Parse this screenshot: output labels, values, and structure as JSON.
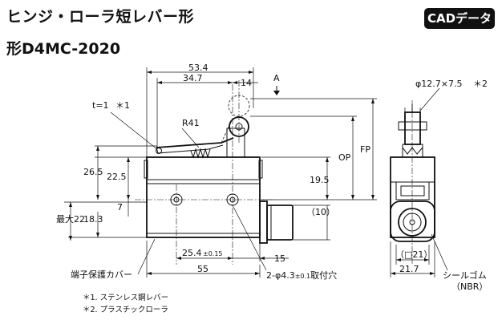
{
  "title_jp": "ヒンジ・ローラ短レバー形",
  "model": "形D4MC-2020",
  "cad_button": "CADデータ",
  "dims": {
    "d53_4": "53.4",
    "d34_7": "34.7",
    "d14": "14",
    "a_label": "A",
    "t1": "t=1",
    "t1_mark": "＊1",
    "r41": "R41",
    "op": "OP",
    "fp": "FP",
    "d26_5": "26.5",
    "d22_5": "22.5",
    "d19_5": "19.5",
    "d7": "7",
    "max22": "最大22",
    "d18_3": "18.3",
    "d10": "（10）",
    "d25_4": "25.4",
    "tol_015": "±0.15",
    "d15": "15",
    "d55": "55",
    "hole_pre": "2-φ4.3",
    "hole_tol": "±0.1",
    "hole_post": "取付穴",
    "roller": "φ12.7×7.5",
    "roller_mark": "＊2",
    "sq21": "（□21）",
    "d21_7": "21.7",
    "seal": "シールゴム",
    "nbr": "（NBR）",
    "cover": "端子保護カバー"
  },
  "notes": {
    "n1": "＊1. ステンレス鋼レバー",
    "n2": "＊2. プラスチックローラ"
  }
}
